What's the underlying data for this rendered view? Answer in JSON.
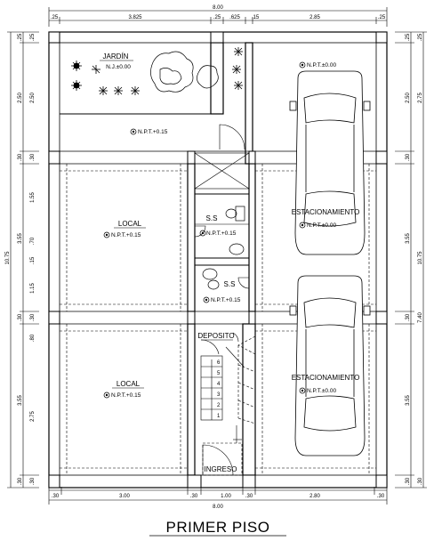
{
  "title": "PRIMER PISO",
  "dims_top": {
    "total": "8.00",
    "segments": [
      ".25",
      "3.825",
      ".25",
      ".625",
      ".15",
      "2.85",
      ".25"
    ]
  },
  "dims_bottom": {
    "total": "8.00",
    "segments": [
      ".30",
      "3.00",
      ".30",
      "1.00",
      ".30",
      "2.80",
      ".30"
    ]
  },
  "dims_left": {
    "total": "10.75",
    "outer": [
      ".25",
      "2.50",
      ".30",
      "3.55",
      ".30",
      "3.55",
      ".30"
    ],
    "inner": [
      ".25",
      "2.50",
      ".30",
      "1.55",
      ".70",
      ".15",
      "1.15",
      ".30",
      ".80",
      "2.75",
      ".30"
    ]
  },
  "dims_right": {
    "total": "10.75",
    "outer": [
      ".25",
      "2.75",
      ".30",
      "3.55",
      "7.40",
      "3.55",
      ".30"
    ],
    "inner": [
      ".25",
      "2.50",
      ".30",
      "3.55",
      ".30",
      ".30"
    ]
  },
  "rooms": {
    "jardin": {
      "name": "JARDÍN",
      "level": "N.J.±0.00"
    },
    "npt_top": "N.P.T.+0.15",
    "local_1": {
      "name": "LOCAL",
      "level": "N.P.T.+0.15"
    },
    "ss_1": {
      "name": "S.S",
      "level": "N.P.T.+0.15"
    },
    "ss_2": {
      "name": "S.S",
      "level": "N.P.T.+0.15"
    },
    "local_2": {
      "name": "LOCAL",
      "level": "N.P.T.+0.15"
    },
    "deposito": "DEPOSITO",
    "ingreso": "INGRESO",
    "estacionamiento_1": {
      "name": "ESTACIONAMIENTO",
      "level": "N.P.T.±0.00"
    },
    "estacionamiento_2": {
      "name": "ESTACIONAMIENTO",
      "level": "N.P.T.±0.00"
    },
    "parking_top_level": "N.P.T.±0.00"
  },
  "stairs": [
    "1",
    "2",
    "3",
    "4",
    "5",
    "6"
  ]
}
